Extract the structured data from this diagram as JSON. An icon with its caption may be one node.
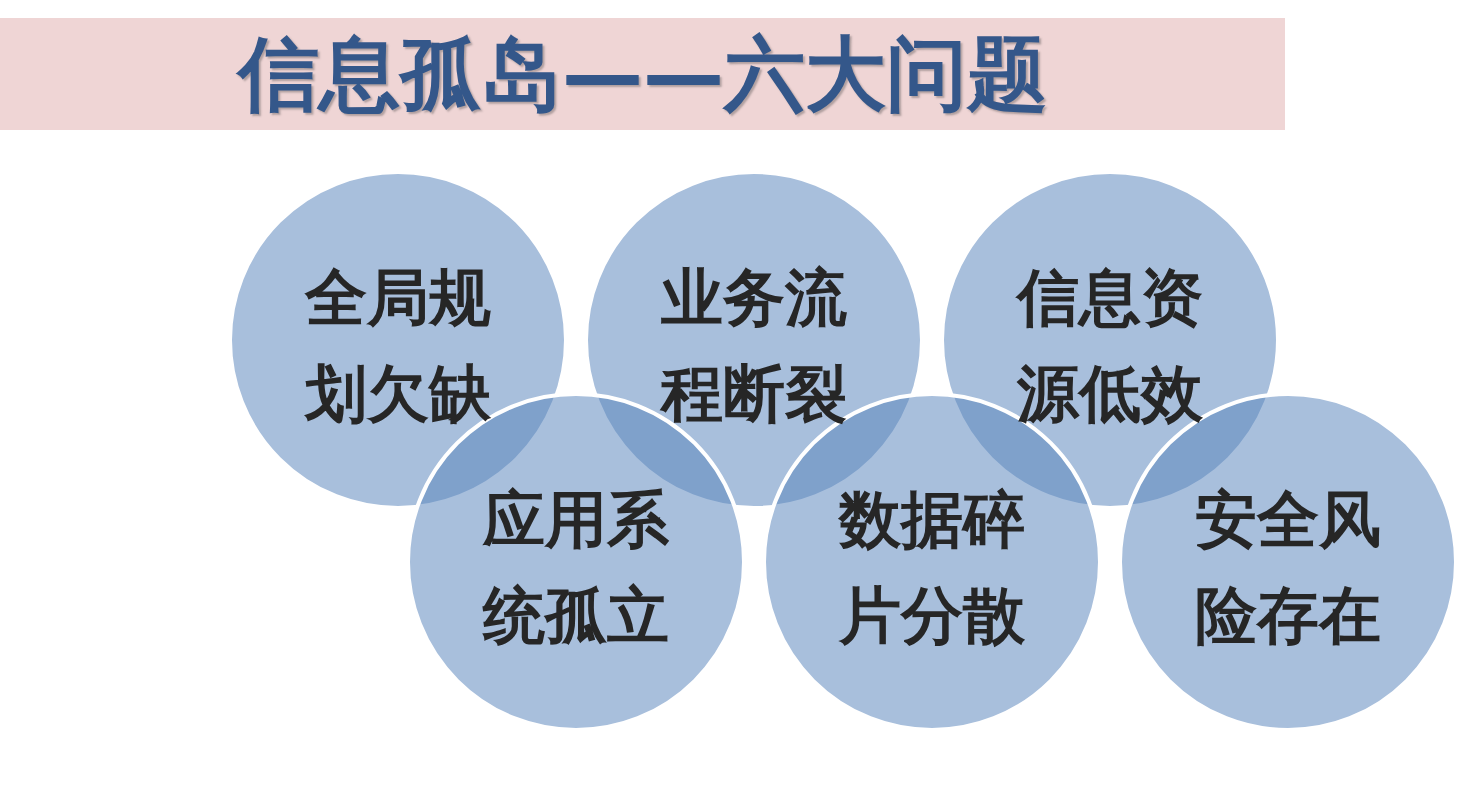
{
  "diagram": {
    "title": "信息孤岛——六大问题",
    "nodes": [
      {
        "text": [
          "全局规划欠缺"
        ]
      },
      {
        "text": [
          "业务流程断裂"
        ]
      },
      {
        "text": [
          "信息资源低效"
        ]
      },
      {
        "text": [
          "应用系统孤立"
        ]
      },
      {
        "text": [
          "数据碎片分散"
        ]
      },
      {
        "text": [
          "安全风险存在"
        ]
      }
    ]
  }
}
